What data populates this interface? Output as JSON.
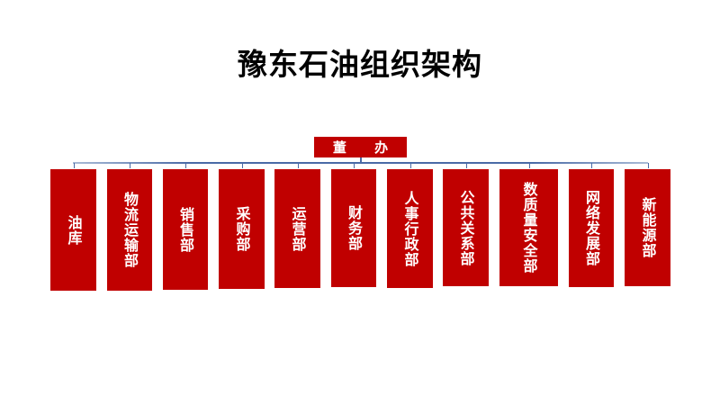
{
  "title": "豫东石油组织架构",
  "top": {
    "label": "董      办"
  },
  "departments": [
    "油库",
    "物流运输部",
    "销售部",
    "采购部",
    "运营部",
    "财务部",
    "人事行政部",
    "公共关系部",
    "数质量安全部",
    "网络发展部",
    "新能源部"
  ],
  "colors": {
    "box": "#c00000",
    "connector": "#4a6aa6"
  }
}
